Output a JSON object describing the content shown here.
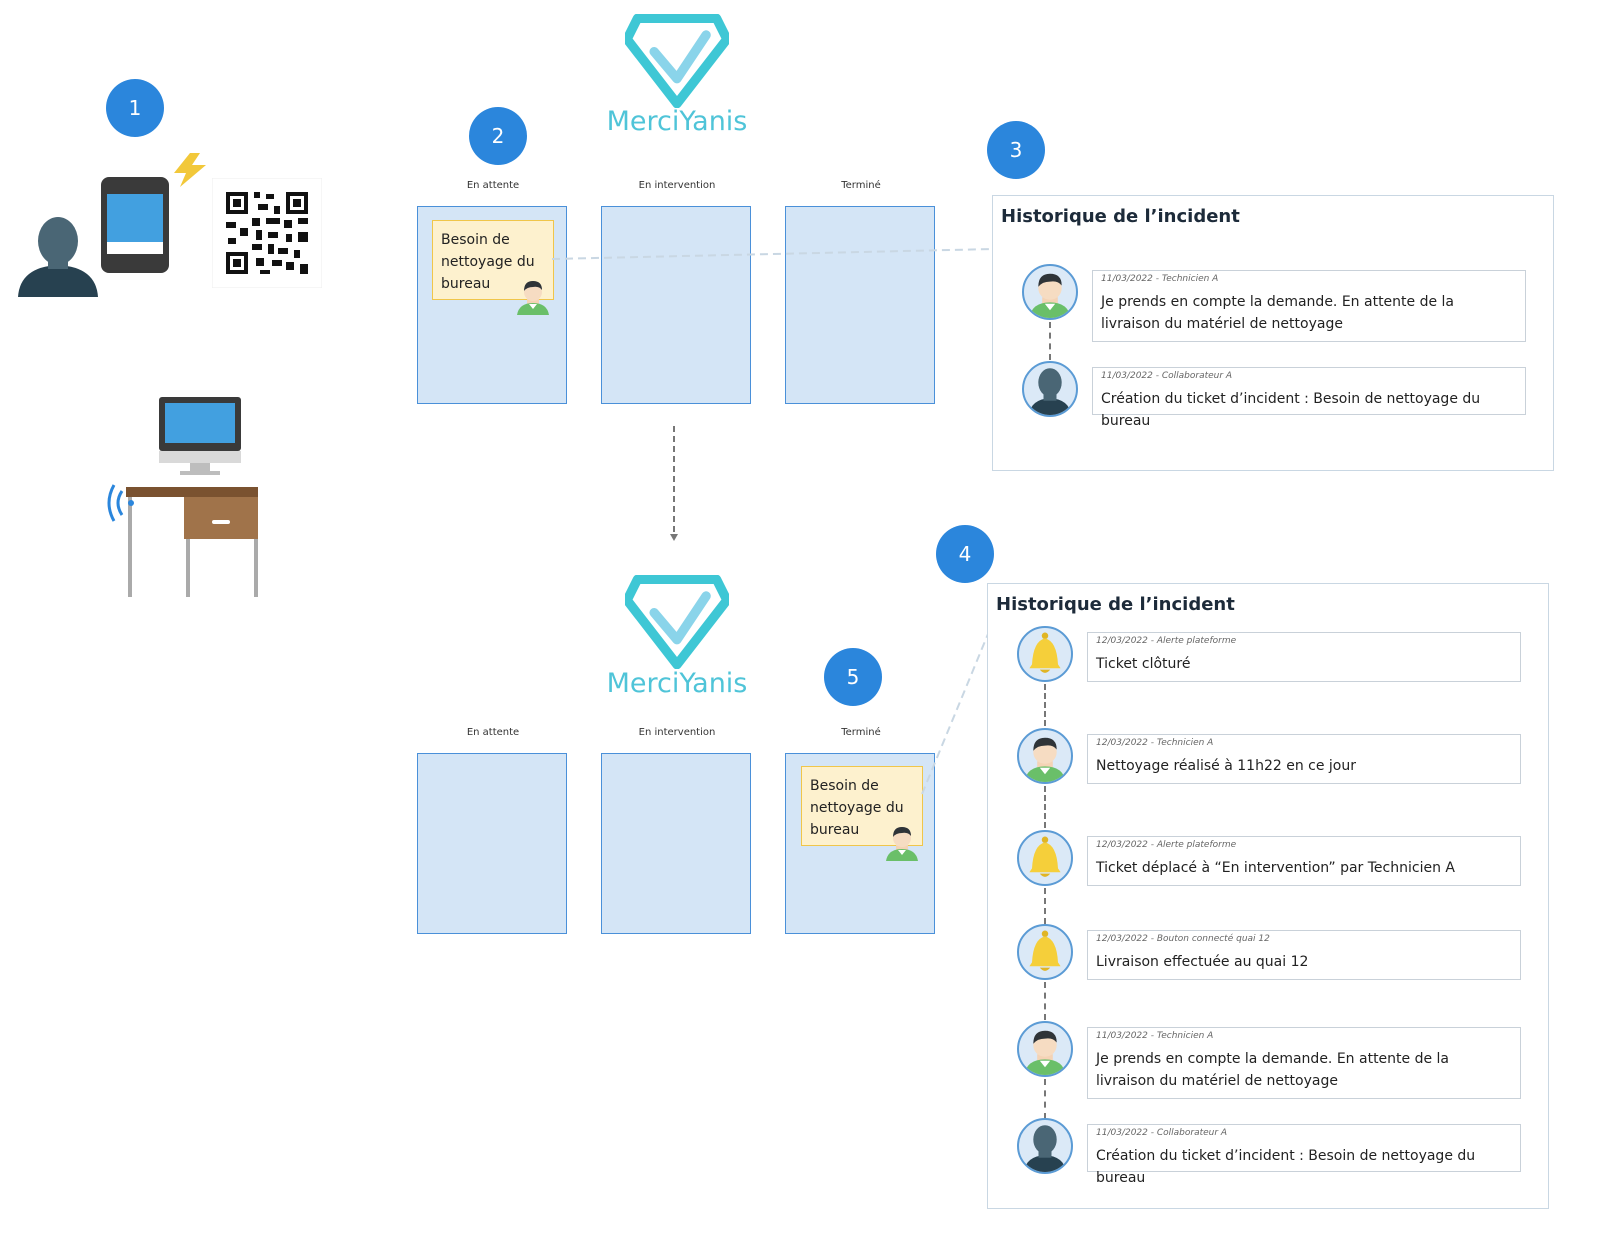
{
  "brand": {
    "name": "MerciYanis",
    "color": "#4fc4d8"
  },
  "badges": [
    "1",
    "2",
    "3",
    "4",
    "5"
  ],
  "columns": [
    "En attente",
    "En intervention",
    "Terminé"
  ],
  "card": {
    "text": "Besoin de nettoyage du bureau"
  },
  "history_title": "Historique de l’incident",
  "history_top": [
    {
      "meta": "11/03/2022 - Technicien A",
      "text": "Je prends en compte la demande. En attente de la livraison du matériel de nettoyage",
      "avatar": "technician-avatar-icon"
    },
    {
      "meta": "11/03/2022 - Collaborateur A",
      "text": "Création du ticket d’incident : Besoin de nettoyage du bureau",
      "avatar": "user-avatar-icon"
    }
  ],
  "history_bottom": [
    {
      "meta": "12/03/2022 - Alerte plateforme",
      "text": "Ticket clôturé",
      "avatar": "bell-icon"
    },
    {
      "meta": "12/03/2022 - Technicien A",
      "text": "Nettoyage réalisé à 11h22 en ce jour",
      "avatar": "technician-avatar-icon"
    },
    {
      "meta": "12/03/2022 - Alerte plateforme",
      "text": "Ticket déplacé à “En intervention” par Technicien A",
      "avatar": "bell-icon"
    },
    {
      "meta": "12/03/2022 - Bouton connecté quai 12",
      "text": "Livraison effectuée au quai 12",
      "avatar": "bell-icon"
    },
    {
      "meta": "11/03/2022 - Technicien A",
      "text": "Je prends en compte la demande. En attente de la livraison du matériel de nettoyage",
      "avatar": "technician-avatar-icon"
    },
    {
      "meta": "11/03/2022 - Collaborateur A",
      "text": "Création du ticket d’incident : Besoin de nettoyage du bureau",
      "avatar": "user-avatar-icon"
    }
  ],
  "colors": {
    "badge": "#2b86dc",
    "column_fill": "#d4e5f6",
    "column_border": "#4a90d9",
    "card_fill": "#fdf1ce",
    "card_border": "#f0c64a",
    "bell": "#f5cf3a"
  }
}
